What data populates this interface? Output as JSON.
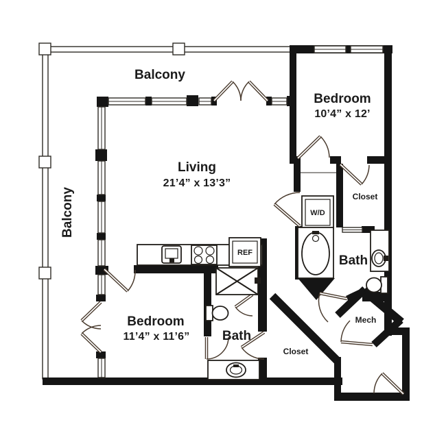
{
  "floorplan": {
    "balcony_top": {
      "label": "Balcony"
    },
    "balcony_left": {
      "label": "Balcony"
    },
    "living": {
      "label": "Living",
      "dimensions": "21’4” x 13’3”"
    },
    "bedroom_top_right": {
      "label": "Bedroom",
      "dimensions": "10’4” x 12’"
    },
    "bedroom_bottom_left": {
      "label": "Bedroom",
      "dimensions": "11’4” x 11’6”"
    },
    "bath_right": {
      "label": "Bath"
    },
    "bath_bottom": {
      "label": "Bath"
    },
    "closet_top_right": {
      "label": "Closet"
    },
    "closet_bottom": {
      "label": "Closet"
    },
    "mech_room": {
      "label": "Mech"
    },
    "washer_dryer": {
      "label": "W/D"
    },
    "refrigerator": {
      "label": "REF"
    },
    "colors": {
      "wall": "#151515",
      "fixture_line": "#4a3b2e",
      "background": "#ffffff"
    }
  }
}
